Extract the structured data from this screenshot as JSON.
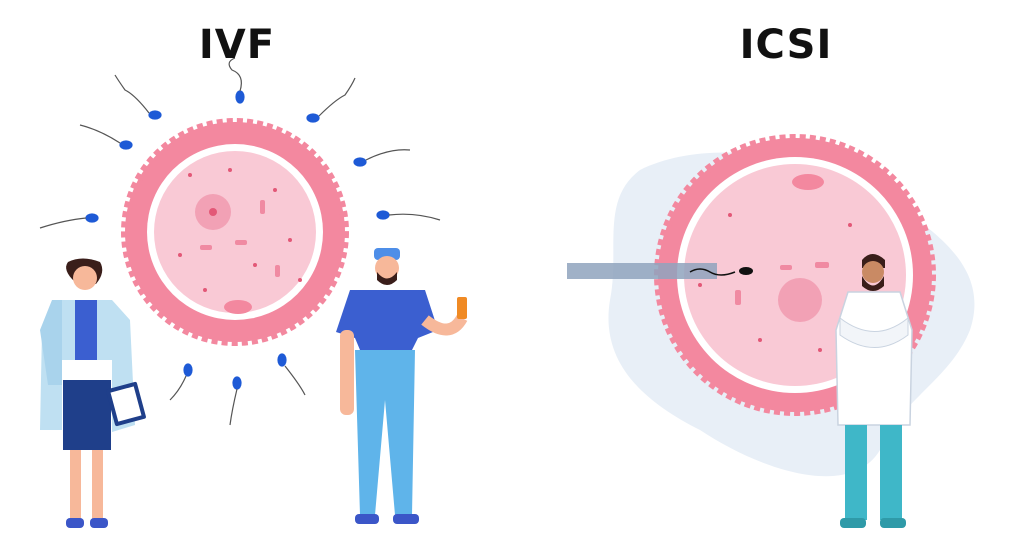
{
  "left_panel": {
    "title": "IVF"
  },
  "right_panel": {
    "title": "ICSI"
  },
  "colors": {
    "egg_outer": "#f3889f",
    "egg_inner": "#f9c9d5",
    "nucleus": "#f2a1b5",
    "sperm": "#1e5ad6",
    "background_blob": "#e8eff7",
    "pipette": "#8fa3bd"
  },
  "icons": [
    "egg-cell",
    "sperm-cell",
    "doctor-woman",
    "doctor-man-scrubs",
    "doctor-man-coat",
    "micropipette"
  ]
}
